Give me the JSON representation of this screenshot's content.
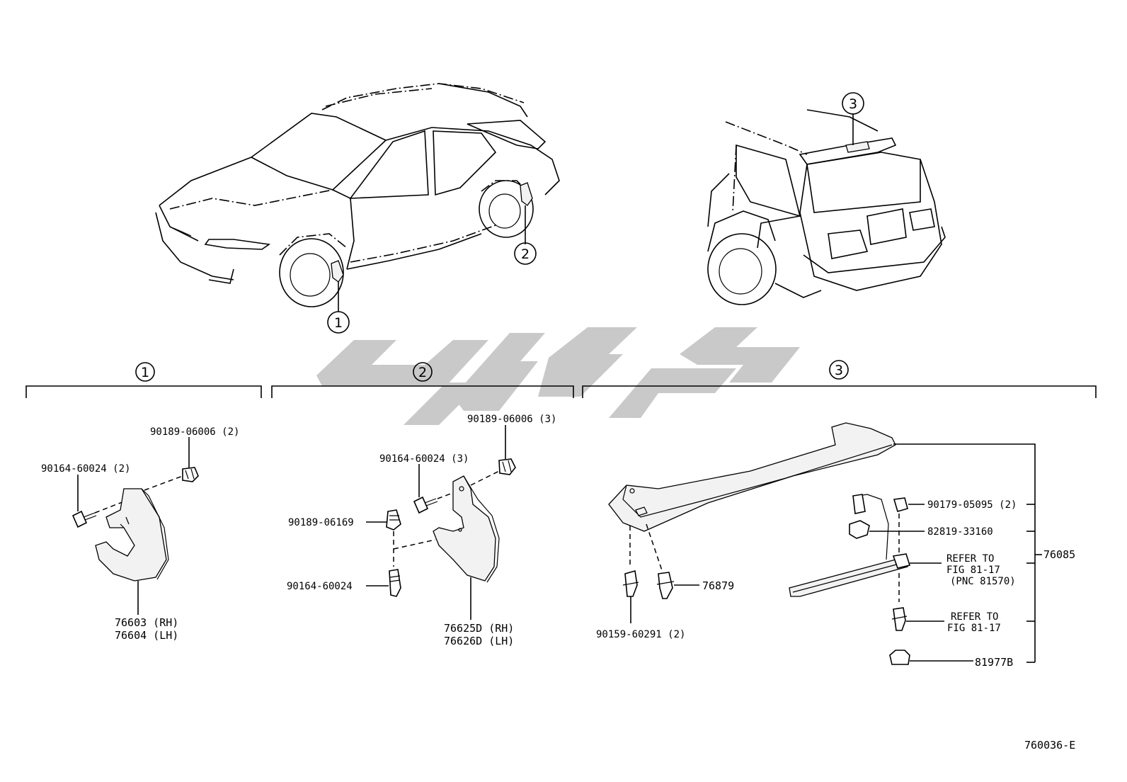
{
  "figure_id": "760036-E",
  "callouts": {
    "c1": "1",
    "c2": "2",
    "c3": "3"
  },
  "sections": [
    {
      "id": "1",
      "label": "1"
    },
    {
      "id": "2",
      "label": "2"
    },
    {
      "id": "3",
      "label": "3"
    }
  ],
  "section1": {
    "clip": "90189-06006 (2)",
    "screw": "90164-60024 (2)",
    "mudguard_rh": "76603 (RH)",
    "mudguard_lh": "76604 (LH)"
  },
  "section2": {
    "clip": "90189-06006 (3)",
    "screw_a": "90164-60024 (3)",
    "clip_b": "90189-06169",
    "screw_b": "90164-60024",
    "mudguard_rh": "76625D (RH)",
    "mudguard_lh": "76626D (LH)"
  },
  "section3": {
    "spoiler": "76085",
    "nut": "90179-05095 (2)",
    "grommet": "82819-33160",
    "refer1_line1": "REFER TO",
    "refer1_line2": "FIG 81-17",
    "refer1_line3": "(PNC 81570)",
    "refer2_line1": "REFER TO",
    "refer2_line2": "FIG 81-17",
    "bracket": "81977B",
    "stud": "76879",
    "bolt": "90159-60291 (2)"
  }
}
